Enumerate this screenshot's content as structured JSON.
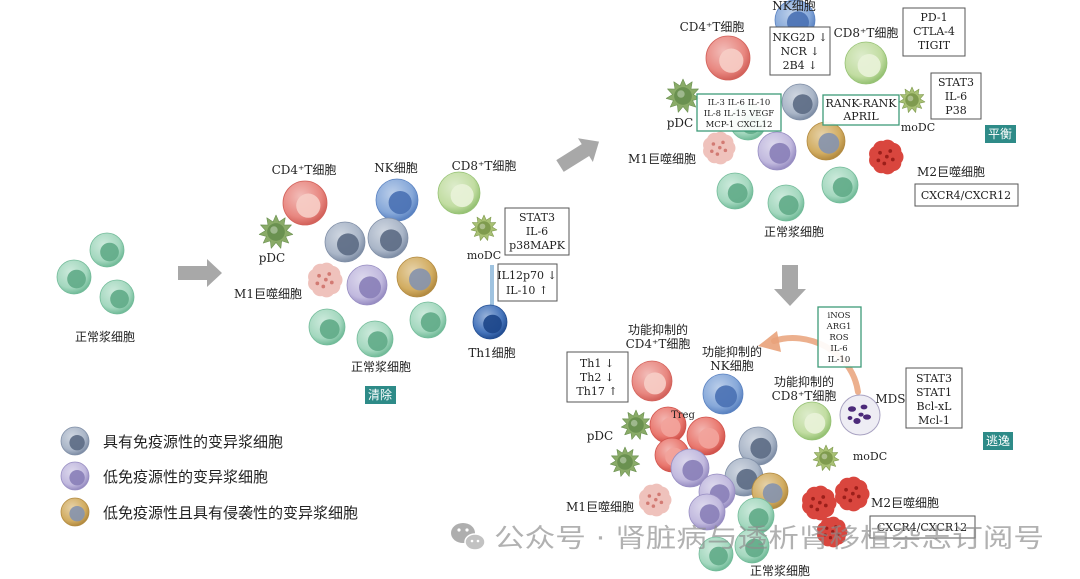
{
  "start": {
    "normal_label": "正常浆细胞"
  },
  "elimination": {
    "badge": "清除",
    "cd4_label": "CD4⁺T细胞",
    "nk_label": "NK细胞",
    "cd8_label": "CD8⁺T细胞",
    "pdc_label": "pDC",
    "m1_label": "M1巨噬细胞",
    "modc_label": "moDC",
    "modc_signals": [
      "STAT3",
      "IL-6",
      "p38MAPK"
    ],
    "cytokine_changes": [
      "IL12p70 ↓",
      "IL-10 ↑"
    ],
    "th1_label": "Th1细胞",
    "normal_label": "正常浆细胞"
  },
  "equilibrium": {
    "badge": "平衡",
    "nk_label": "NK细胞",
    "nk_receptors": [
      "NKG2D ↓",
      "NCR ↓",
      "2B4 ↓"
    ],
    "cd4_label": "CD4⁺T细胞",
    "cd8_label": "CD8⁺T细胞",
    "checkpoints": [
      "PD-1",
      "CTLA-4",
      "TIGIT"
    ],
    "modc_signals": [
      "STAT3",
      "IL-6",
      "P38"
    ],
    "cytokines": [
      "IL-3  IL-6  IL-10",
      "IL-8  IL-15  VEGF",
      "MCP-1  CXCL12"
    ],
    "rank_axis": [
      "RANK-RANK",
      "APRIL"
    ],
    "pdc_label": "pDC",
    "modc_label": "moDC",
    "m1_label": "M1巨噬细胞",
    "m2_label": "M2巨噬细胞",
    "m2_receptor": "CXCR4/CXCR12",
    "normal_label": "正常浆细胞"
  },
  "escape": {
    "badge": "逃逸",
    "cd4_label": [
      "功能抑制的",
      "CD4⁺T细胞"
    ],
    "th_changes": [
      "Th1 ↓",
      "Th2 ↓",
      "Th17 ↑"
    ],
    "nk_label": [
      "功能抑制的",
      "NK细胞"
    ],
    "mdsc_factors": [
      "iNOS",
      "ARG1",
      "ROS",
      "IL-6",
      "IL-10"
    ],
    "cd8_label": [
      "功能抑制的",
      "CD8⁺T细胞"
    ],
    "mdsc_label": "MDSC",
    "tumor_signals": [
      "STAT3",
      "STAT1",
      "Bcl-xL",
      "Mcl-1"
    ],
    "treg_label": "Treg",
    "pdc_label": "pDC",
    "modc_label": "moDC",
    "m1_label": "M1巨噬细胞",
    "m2_label": "M2巨噬细胞",
    "m2_receptor": "CXCR4/CXCR12",
    "normal_label": "正常浆细胞"
  },
  "legend": {
    "items": [
      {
        "label": "具有免疫源性的变异浆细胞",
        "color": "#aab6c8"
      },
      {
        "label": "低免疫源性的变异浆细胞",
        "color": "#c1b9de"
      },
      {
        "label": "低免疫源性且具有侵袭性的变异浆细胞",
        "color": "#d2ad62"
      }
    ]
  },
  "watermark": {
    "text": "公众号 · 肾脏病与透析肾移植杂志订阅号",
    "icon": "wechat-icon"
  },
  "colors": {
    "badge": "#2e8b88",
    "arrow": "#a8a8a8",
    "signal_box_border": "#3e9b78",
    "suppression_arrow": "#e9a27a"
  }
}
